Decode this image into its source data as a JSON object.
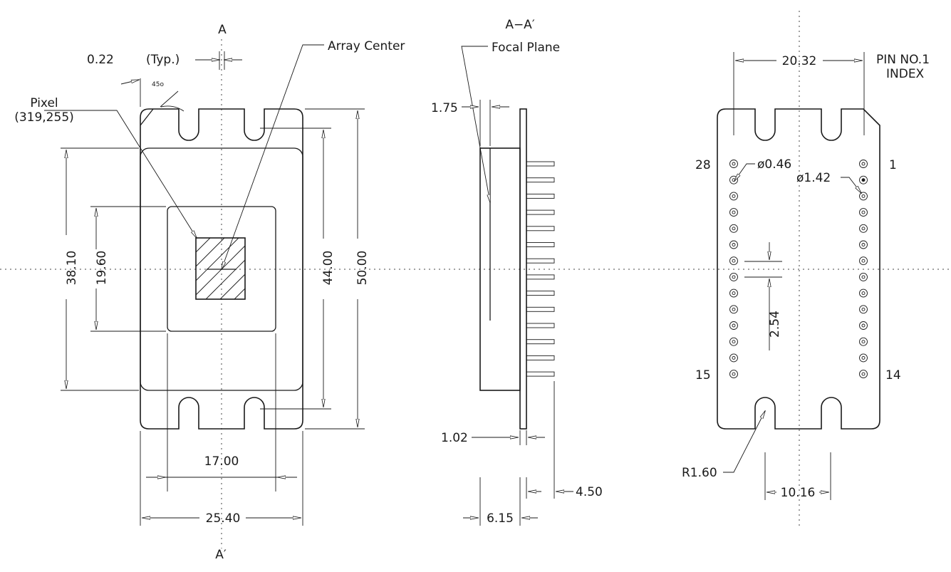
{
  "section": {
    "marker_top": "A",
    "marker_bottom": "A′",
    "title": "A−A′"
  },
  "callouts": {
    "array_center": "Array Center",
    "focal_plane": "Focal Plane",
    "pixel_line1": "Pixel",
    "pixel_line2": "(319,255)",
    "pin_index_line1": "PIN NO.1",
    "pin_index_line2": "INDEX",
    "typ": "(Typ.)",
    "angle": "45o"
  },
  "dimensions": {
    "d_0_22": "0.22",
    "d_38_10": "38.10",
    "d_19_60": "19.60",
    "d_44_00": "44.00",
    "d_50_00": "50.00",
    "d_17_00": "17.00",
    "d_25_40": "25.40",
    "d_1_75": "1.75",
    "d_1_02": "1.02",
    "d_6_15": "6.15",
    "d_4_50": "4.50",
    "d_20_32": "20.32",
    "d_0_46": "ø0.46",
    "d_1_42": "ø1.42",
    "d_2_54": "2.54",
    "d_r1_60": "R1.60",
    "d_10_16": "10.16"
  },
  "pins": {
    "p28": "28",
    "p1": "1",
    "p15": "15",
    "p14": "14",
    "count_per_side": 14
  }
}
